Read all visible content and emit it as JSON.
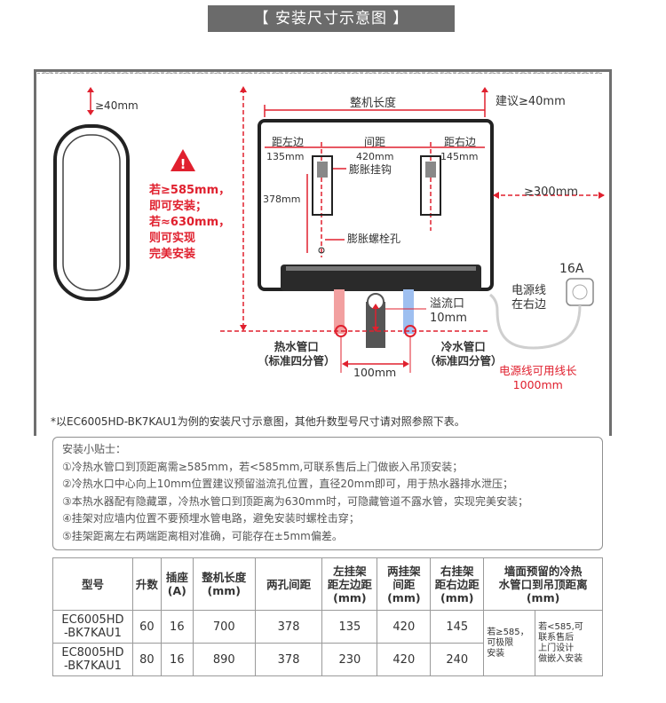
{
  "header": {
    "title": "【 安装尺寸示意图 】"
  },
  "diagram": {
    "top_clearance": "≥40mm",
    "total_length": "整机长度",
    "suggest_clearance": "建议≥40mm",
    "left_margin_label": "距左边",
    "left_margin_value": "135mm",
    "spacing_label": "间距",
    "spacing_value": "420mm",
    "right_margin_label": "距右边",
    "right_margin_value": "145mm",
    "hook_label": "膨胀挂钩",
    "height_value": "378mm",
    "bolt_label": "膨胀螺栓孔",
    "side_clearance": "≥300mm",
    "warning_lines": [
      "若≥585mm，",
      "即可安装；",
      "若≈630mm，",
      "则可实现",
      "完美安装"
    ],
    "socket_rating": "16A",
    "power_side": [
      "电源线",
      "在右边"
    ],
    "overflow": [
      "溢流口",
      "10mm"
    ],
    "hot_pipe": [
      "热水管口",
      "（标准四分管）"
    ],
    "cold_pipe": [
      "冷水管口",
      "（标准四分管）"
    ],
    "pipe_spacing": "100mm",
    "cable_length": [
      "电源线可用线长",
      "1000mm"
    ]
  },
  "note": "*以EC6005HD-BK7KAU1为例的安装尺寸示意图，其他升数型号尺寸请对照参照下表。",
  "tips": {
    "title": "安装小贴士：",
    "items": [
      "①冷热水管口到顶距离需≥585mm，若<585mm,可联系售后上门做嵌入吊顶安装；",
      "②冷热水口中心向上10mm位置建议预留溢流孔位置，直径20mm即可，用于热水器排水泄压；",
      "③本热水器配有隐藏罩，冷热水管口到顶距离为630mm时，可隐藏管道不露水管，实现完美安装；",
      "④挂架对应墙内位置不要预埋水管电路，避免安装时螺栓击穿；",
      "⑤挂架距离左右两端距离相对准确，可能存在±5mm偏差。"
    ]
  },
  "table": {
    "headers": [
      "型号",
      "升数",
      "插座\n(A)",
      "整机长度\n(mm)",
      "两孔间距",
      "左挂架\n距左边距\n(mm)",
      "两挂架\n间距\n(mm)",
      "右挂架\n距右边距\n(mm)",
      "墙面预留的冷热\n水管口到吊顶距离\n(mm)"
    ],
    "rows": [
      [
        "EC6005HD\n-BK7KAU1",
        "60",
        "16",
        "700",
        "378",
        "135",
        "420",
        "145"
      ],
      [
        "EC8005HD\n-BK7KAU1",
        "80",
        "16",
        "890",
        "378",
        "230",
        "420",
        "240"
      ]
    ],
    "merged_a": "若≥585，\n可极限\n安装",
    "merged_b": "若<585,可\n联系售后\n上门设计\n做嵌入安装"
  }
}
